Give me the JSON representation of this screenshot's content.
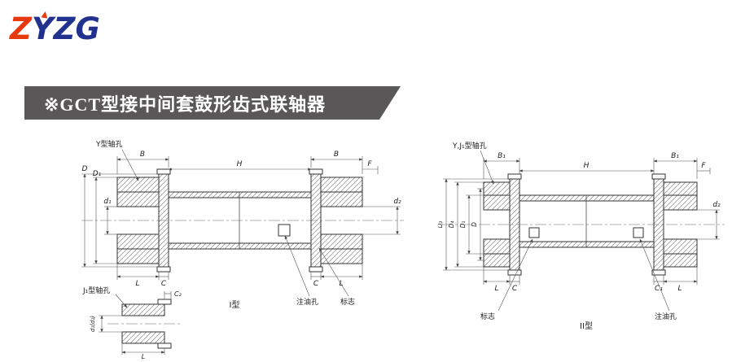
{
  "colors": {
    "logo_red": "#e8380d",
    "logo_blue": "#21318e",
    "banner_bg": "#595757",
    "banner_text": "#ffffff",
    "drawing_line": "#333333"
  },
  "logo": {
    "l1": "Z",
    "l2": "Y",
    "l3": "Z",
    "l4": "G"
  },
  "banner": {
    "title": "※GCT型接中间套鼓形齿式联轴器"
  },
  "drawing_i": {
    "type_label": "I型",
    "y_hole_label": "Y型轴孔",
    "j1_hole_label": "J₁型轴孔",
    "oil_label": "注油孔",
    "mark_label": "标志",
    "dim_b_left": "B",
    "dim_h": "H",
    "dim_b_right": "B",
    "dim_f": "F",
    "dim_D": "D",
    "dim_D1": "D₁",
    "dim_d1": "d₁",
    "dim_d2": "d₂",
    "dim_l_left": "L",
    "dim_c_left": "C",
    "dim_c_right": "C",
    "dim_l_right": "L",
    "detail": {
      "dim_c2": "C₂",
      "dim_l": "L",
      "dim_d1d2": "d₁(d₂)"
    }
  },
  "drawing_ii": {
    "type_label": "II型",
    "hole_label": "Y,J₁型轴孔",
    "oil_label": "注油孔",
    "mark_label": "标志",
    "dim_b1_left": "B₁",
    "dim_h": "H",
    "dim_b1_right": "B₁",
    "dim_f": "F",
    "dim_D3": "D₃",
    "dim_D4": "D₄",
    "dim_D1": "D₁",
    "dim_D": "D",
    "dim_d2": "d₂",
    "dim_l_left": "L",
    "dim_c": "C",
    "dim_c1": "C₁",
    "dim_l_right": "L"
  }
}
